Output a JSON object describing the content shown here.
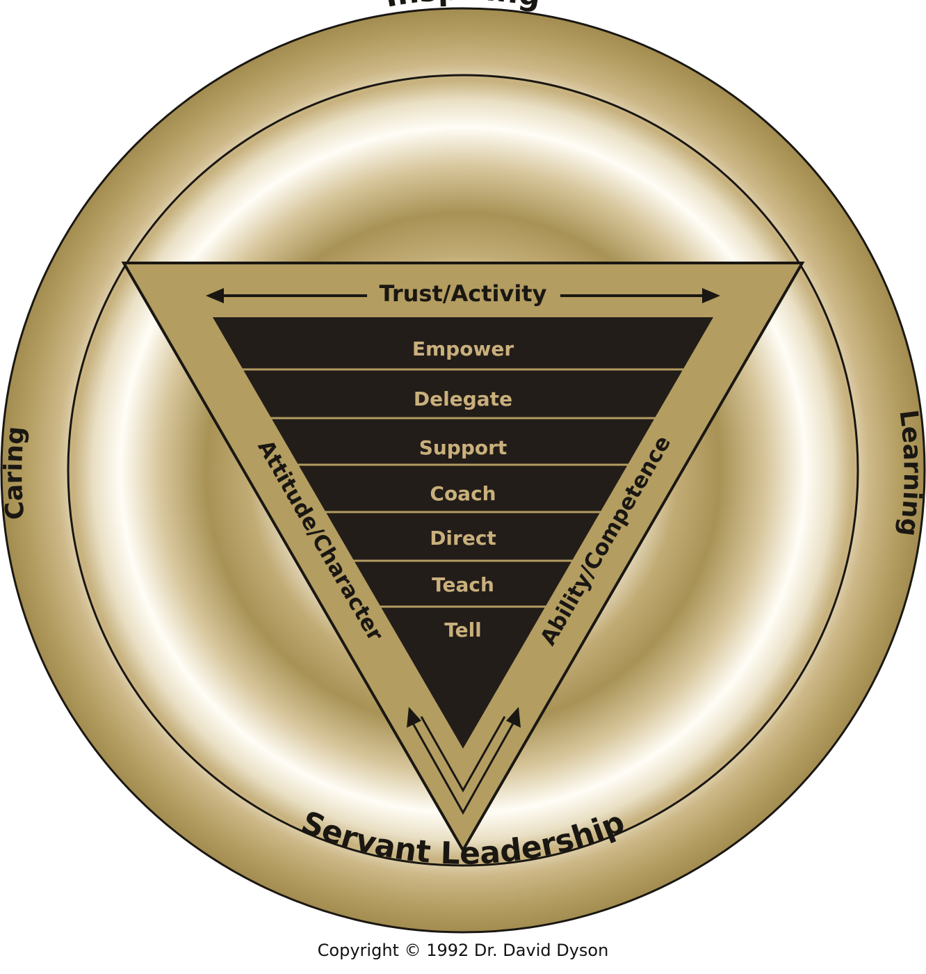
{
  "ring": {
    "top_label": "Inspiring",
    "bottom_label": "Servant Leadership",
    "left_label": "Caring",
    "right_label": "Learning"
  },
  "triangle": {
    "top_axis_label": "Trust/Activity",
    "left_axis_label": "Attitude/Character",
    "right_axis_label": "Ability/Competence",
    "tiers": [
      "Empower",
      "Delegate",
      "Support",
      "Coach",
      "Direct",
      "Teach",
      "Tell"
    ]
  },
  "copyright": "Copyright © 1992 Dr. David Dyson",
  "colors": {
    "gold": "#b39d61",
    "gold_dark": "#a08a4e",
    "cream": "#fffdf6",
    "inner_dark": "#231d19",
    "tier_text": "#c9b07c",
    "outline": "#1a1712"
  }
}
